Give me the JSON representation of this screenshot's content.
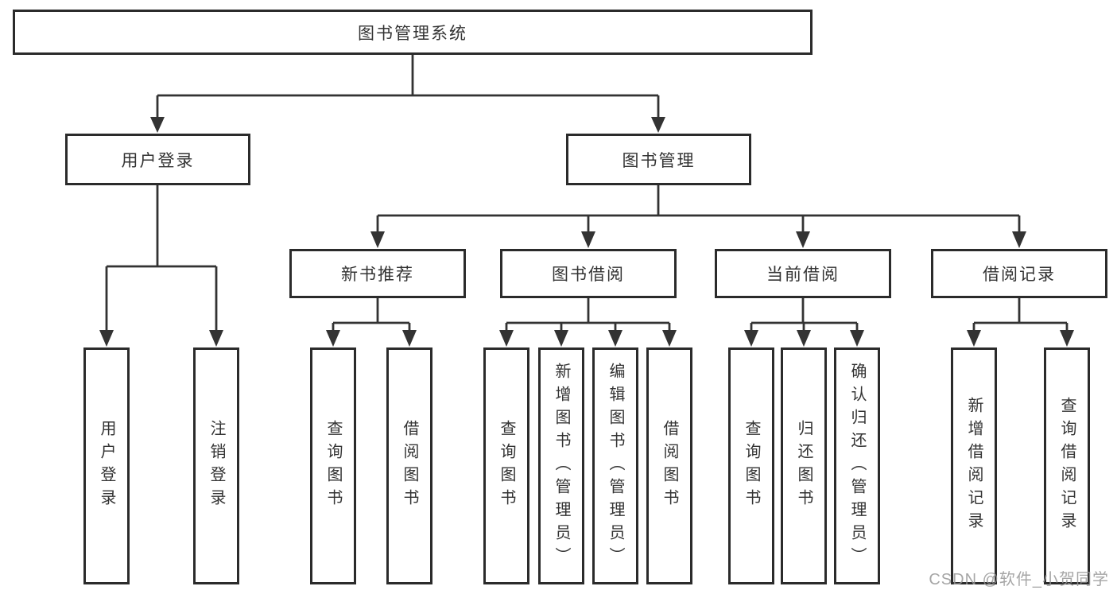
{
  "diagram": {
    "title": "图书管理系统",
    "nodes": {
      "root": "图书管理系统",
      "user_login": "用户登录",
      "book_mgmt": "图书管理",
      "new_book_rec": "新书推荐",
      "book_borrow": "图书借阅",
      "current_borrow": "当前借阅",
      "borrow_record": "借阅记录",
      "user_login_leaf": "用户登录",
      "logout_leaf": "注销登录",
      "rec_query_books": "查询图书",
      "rec_borrow_books": "借阅图书",
      "bb_query_books": "查询图书",
      "bb_add_books": "新增图书（管理员）",
      "bb_edit_books": "编辑图书（管理员）",
      "bb_borrow_books": "借阅图书",
      "cb_query_books": "查询图书",
      "cb_return_books": "归还图书",
      "cb_confirm_return": "确认归还（管理员）",
      "br_add_record": "新增借阅记录",
      "br_query_record": "查询借阅记录"
    },
    "colors": {
      "line": "#333333",
      "box_border": "#2b2b2b",
      "text": "#333333",
      "watermark": "#969696"
    }
  },
  "watermark": "CSDN @软件_小贺同学"
}
